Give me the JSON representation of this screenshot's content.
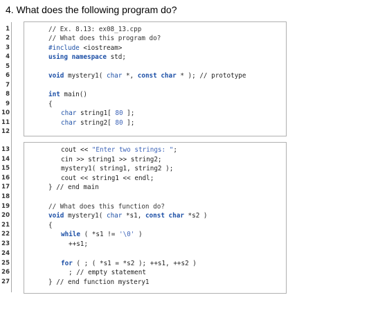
{
  "question": "4.  What does the following program do?",
  "colors": {
    "keyword": "#1c4fa6",
    "string": "#3d64b8",
    "text": "#222222",
    "panel_border": "#b0b0b0"
  },
  "code_lines": [
    {
      "n": "1",
      "indent": 0,
      "tokens": [
        {
          "t": "// Ex. 8.13: ex08_13.cpp",
          "c": "comment"
        }
      ]
    },
    {
      "n": "2",
      "indent": 0,
      "tokens": [
        {
          "t": "// What does this program do?",
          "c": "comment"
        }
      ]
    },
    {
      "n": "3",
      "indent": 0,
      "tokens": [
        {
          "t": "#include",
          "c": "pp"
        },
        {
          "t": " <iostream>",
          "c": "plain"
        }
      ]
    },
    {
      "n": "4",
      "indent": 0,
      "tokens": [
        {
          "t": "using namespace",
          "c": "kw"
        },
        {
          "t": " std;",
          "c": "plain"
        }
      ]
    },
    {
      "n": "5",
      "indent": 0,
      "tokens": []
    },
    {
      "n": "6",
      "indent": 0,
      "tokens": [
        {
          "t": "void",
          "c": "kw"
        },
        {
          "t": " mystery1( ",
          "c": "plain"
        },
        {
          "t": "char",
          "c": "type"
        },
        {
          "t": " *, ",
          "c": "plain"
        },
        {
          "t": "const char",
          "c": "kw"
        },
        {
          "t": " * ); // prototype",
          "c": "plain"
        }
      ]
    },
    {
      "n": "7",
      "indent": 0,
      "tokens": []
    },
    {
      "n": "8",
      "indent": 0,
      "tokens": [
        {
          "t": "int",
          "c": "kw"
        },
        {
          "t": " main()",
          "c": "plain"
        }
      ]
    },
    {
      "n": "9",
      "indent": 0,
      "tokens": [
        {
          "t": "{",
          "c": "plain"
        }
      ]
    },
    {
      "n": "10",
      "indent": 1,
      "tokens": [
        {
          "t": "char",
          "c": "type"
        },
        {
          "t": " string1[ ",
          "c": "plain"
        },
        {
          "t": "80",
          "c": "num"
        },
        {
          "t": " ];",
          "c": "plain"
        }
      ]
    },
    {
      "n": "11",
      "indent": 1,
      "tokens": [
        {
          "t": "char",
          "c": "type"
        },
        {
          "t": " string2[ ",
          "c": "plain"
        },
        {
          "t": "80",
          "c": "num"
        },
        {
          "t": " ];",
          "c": "plain"
        }
      ]
    },
    {
      "n": "12",
      "indent": 0,
      "tokens": []
    },
    {
      "n": "13",
      "indent": 1,
      "tokens": [
        {
          "t": "cout << ",
          "c": "plain"
        },
        {
          "t": "\"Enter two strings: \"",
          "c": "str"
        },
        {
          "t": ";",
          "c": "plain"
        }
      ]
    },
    {
      "n": "14",
      "indent": 1,
      "tokens": [
        {
          "t": "cin >> string1 >> string2;",
          "c": "plain"
        }
      ]
    },
    {
      "n": "15",
      "indent": 1,
      "tokens": [
        {
          "t": "mystery1( string1, string2 );",
          "c": "plain"
        }
      ]
    },
    {
      "n": "16",
      "indent": 1,
      "tokens": [
        {
          "t": "cout << string1 << endl;",
          "c": "plain"
        }
      ]
    },
    {
      "n": "17",
      "indent": 0,
      "tokens": [
        {
          "t": "} // end main",
          "c": "plain"
        }
      ]
    },
    {
      "n": "18",
      "indent": 0,
      "tokens": []
    },
    {
      "n": "19",
      "indent": 0,
      "tokens": [
        {
          "t": "// What does this function do?",
          "c": "comment"
        }
      ]
    },
    {
      "n": "20",
      "indent": 0,
      "tokens": [
        {
          "t": "void",
          "c": "kw"
        },
        {
          "t": " mystery1( ",
          "c": "plain"
        },
        {
          "t": "char",
          "c": "type"
        },
        {
          "t": " *s1, ",
          "c": "plain"
        },
        {
          "t": "const char",
          "c": "kw"
        },
        {
          "t": " *s2 )",
          "c": "plain"
        }
      ]
    },
    {
      "n": "21",
      "indent": 0,
      "tokens": [
        {
          "t": "{",
          "c": "plain"
        }
      ]
    },
    {
      "n": "22",
      "indent": 1,
      "tokens": [
        {
          "t": "while",
          "c": "kw"
        },
        {
          "t": " ( *s1 != ",
          "c": "plain"
        },
        {
          "t": "'\\0'",
          "c": "str"
        },
        {
          "t": " )",
          "c": "plain"
        }
      ]
    },
    {
      "n": "23",
      "indent": 2,
      "tokens": [
        {
          "t": "++s1;",
          "c": "plain"
        }
      ]
    },
    {
      "n": "24",
      "indent": 0,
      "tokens": []
    },
    {
      "n": "25",
      "indent": 1,
      "tokens": [
        {
          "t": "for",
          "c": "kw"
        },
        {
          "t": " ( ; ( *s1 = *s2 ); ++s1, ++s2 )",
          "c": "plain"
        }
      ]
    },
    {
      "n": "26",
      "indent": 2,
      "tokens": [
        {
          "t": "; // empty statement",
          "c": "plain"
        }
      ]
    },
    {
      "n": "27",
      "indent": 0,
      "tokens": [
        {
          "t": "} // end function mystery1",
          "c": "plain"
        }
      ]
    }
  ]
}
